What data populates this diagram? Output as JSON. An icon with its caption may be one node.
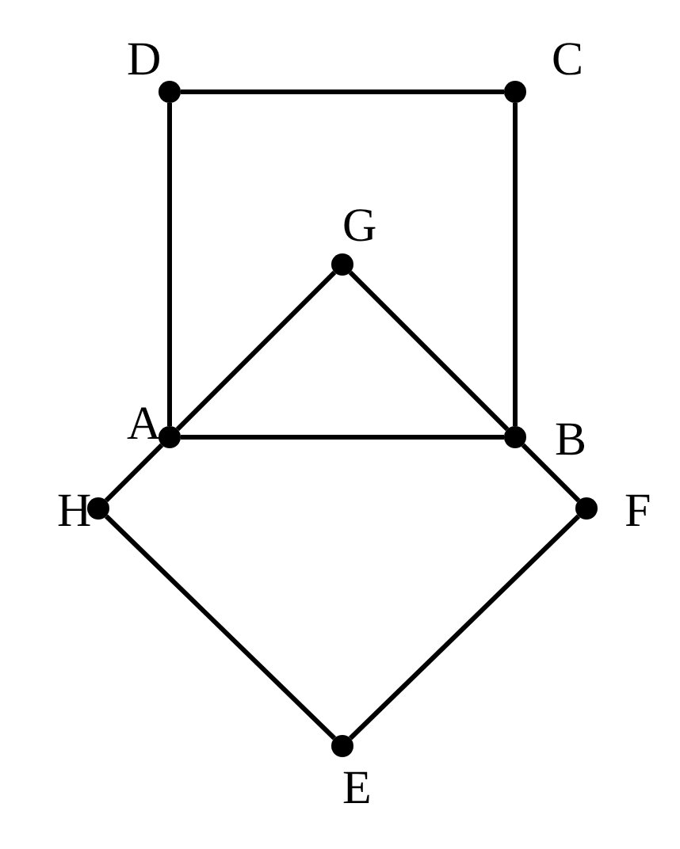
{
  "diagram": {
    "nodes": [
      {
        "text": [
          "D"
        ]
      },
      {
        "text": [
          "C"
        ]
      },
      {
        "text": [
          "G"
        ]
      },
      {
        "text": [
          "A"
        ]
      },
      {
        "text": [
          "B"
        ]
      },
      {
        "text": [
          "H"
        ]
      },
      {
        "text": [
          "F"
        ]
      },
      {
        "text": [
          "E"
        ]
      }
    ],
    "edges": [
      {
        "from": 0,
        "to": 1,
        "arrow": "none"
      },
      {
        "from": 0,
        "to": 3,
        "arrow": "none"
      },
      {
        "from": 1,
        "to": 4,
        "arrow": "none"
      },
      {
        "from": 2,
        "to": 3,
        "arrow": "none"
      },
      {
        "from": 2,
        "to": 4,
        "arrow": "none"
      },
      {
        "from": 3,
        "to": 4,
        "arrow": "none"
      },
      {
        "from": 3,
        "to": 5,
        "arrow": "none"
      },
      {
        "from": 4,
        "to": 6,
        "arrow": "none"
      },
      {
        "from": 5,
        "to": 7,
        "arrow": "none"
      },
      {
        "from": 6,
        "to": 7,
        "arrow": "none"
      }
    ]
  }
}
